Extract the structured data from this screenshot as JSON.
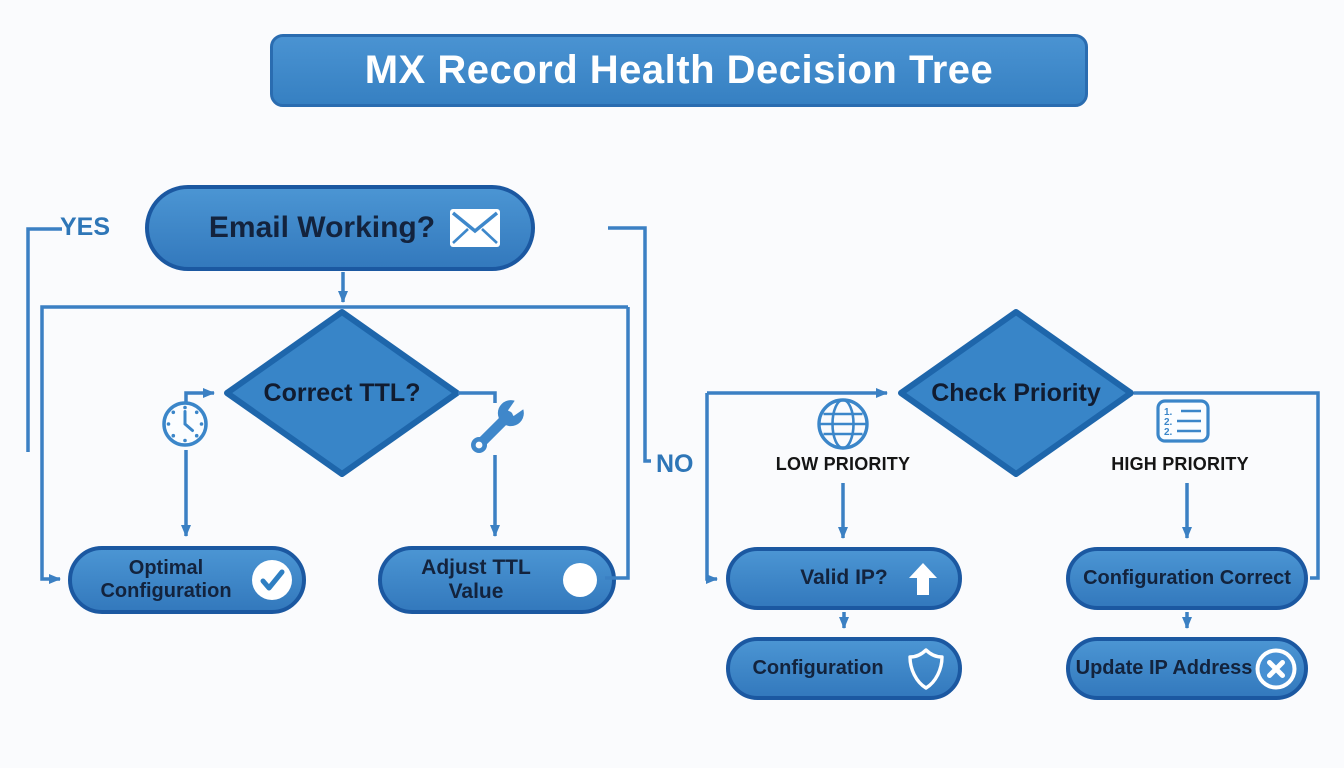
{
  "title": "MX Record Health Decision Tree",
  "branch_labels": {
    "yes": "YES",
    "no": "NO",
    "low": "LOW PRIORITY",
    "high": "HIGH PRIORITY"
  },
  "nodes": {
    "email_working": {
      "label": "Email Working?",
      "icon": "envelope-icon"
    },
    "correct_ttl": {
      "label": "Correct TTL?"
    },
    "check_priority": {
      "label": "Check Priority"
    },
    "optimal_configuration": {
      "label": "Optimal Configuration",
      "icon": "check-circle-icon"
    },
    "adjust_ttl_value": {
      "label": "Adjust TTL Value",
      "icon": "circle-icon"
    },
    "valid_ip": {
      "label": "Valid IP?",
      "icon": "arrow-up-icon"
    },
    "configuration": {
      "label": "Configuration",
      "icon": "shield-icon"
    },
    "configuration_correct": {
      "label": "Configuration Correct"
    },
    "update_ip_address": {
      "label": "Update IP Address",
      "icon": "x-circle-icon"
    }
  },
  "decoration_icons": [
    "clock-icon",
    "wrench-icon",
    "globe-icon",
    "numbered-list-icon"
  ],
  "list_icon_items": [
    "1.",
    "2.",
    "2."
  ],
  "colors": {
    "shape_fill": "#3b86c9",
    "shape_border": "#1c5ca6",
    "connector": "#3b80c3",
    "branch_label": "#2e76b7",
    "title_text": "#ffffff",
    "node_text": "#13233d",
    "priority_text": "#151515"
  }
}
